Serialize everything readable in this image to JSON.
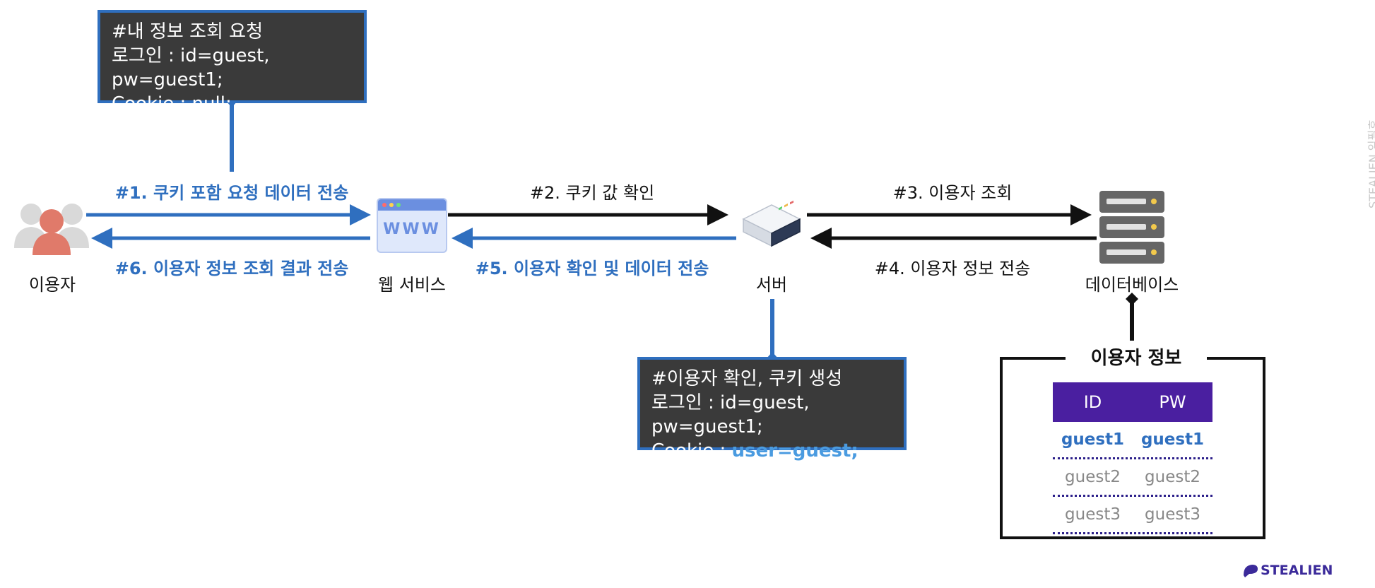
{
  "callout_request": {
    "line1": "#내 정보 조회 요청",
    "line2": "로그인 : id=guest, pw=guest1;",
    "line3": "Cookie : null;"
  },
  "callout_server": {
    "line1": "#이용자 확인, 쿠키 생성",
    "line2": "로그인 : id=guest, pw=guest1;",
    "line3_prefix": "Cookie : ",
    "line3_highlight": "user=guest;"
  },
  "nodes": {
    "user": "이용자",
    "web": "웹 서비스",
    "server": "서버",
    "database": "데이터베이스"
  },
  "steps": {
    "s1": "#1. 쿠키 포함 요청 데이터 전송",
    "s2": "#2. 쿠키 값 확인",
    "s3": "#3. 이용자 조회",
    "s4": "#4. 이용자 정보 전송",
    "s5": "#5. 이용자 확인 및 데이터 전송",
    "s6": "#6. 이용자 정보 조회 결과 전송"
  },
  "db_table": {
    "title": "이용자 정보",
    "headers": [
      "ID",
      "PW"
    ],
    "rows": [
      [
        "guest1",
        "guest1"
      ],
      [
        "guest2",
        "guest2"
      ],
      [
        "guest3",
        "guest3"
      ]
    ]
  },
  "web_icon_text": "WWW",
  "watermark": "STEALIEN 임필호",
  "brand": "STEALIEN",
  "colors": {
    "blue": "#2f6fbf",
    "callout_bg": "#3a3a3a",
    "table_header": "#4a1fa0",
    "user_accent": "#e07a6a"
  }
}
